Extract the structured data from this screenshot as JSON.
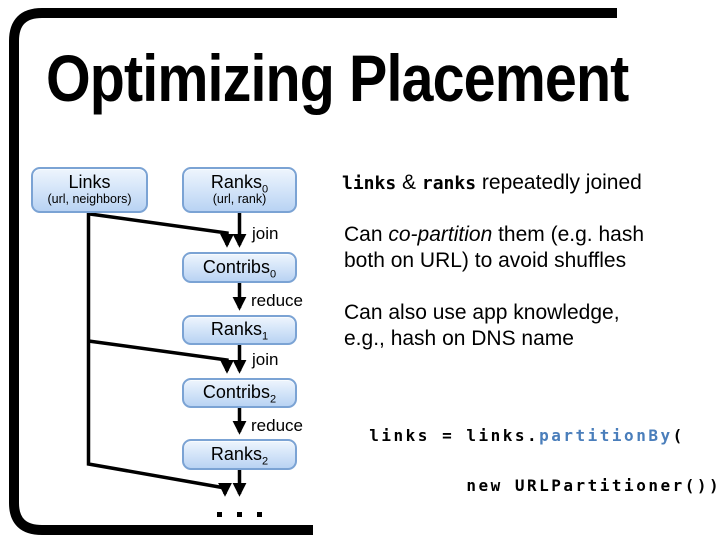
{
  "slide": {
    "title": "Optimizing Placement"
  },
  "diagram": {
    "boxes": [
      {
        "label": "Links",
        "sub": "",
        "subtitle": "(url, neighbors)"
      },
      {
        "label": "Ranks",
        "sub": "0",
        "subtitle": "(url, rank)"
      },
      {
        "label": "Contribs",
        "sub": "0"
      },
      {
        "label": "Ranks",
        "sub": "1"
      },
      {
        "label": "Contribs",
        "sub": "2"
      },
      {
        "label": "Ranks",
        "sub": "2"
      }
    ],
    "edge_labels": [
      "join",
      "reduce",
      "join",
      "reduce"
    ],
    "ellipsis": ". . ."
  },
  "notes": {
    "bullet1": {
      "mono1": "links",
      "amp": " & ",
      "mono2": "ranks",
      "rest": " repeatedly joined"
    },
    "bullet2": {
      "pre": "Can ",
      "italic": "co-partition",
      "mid": " them (e.g. hash",
      "line2": "both on URL) to avoid shuffles"
    },
    "bullet3": {
      "line1": "Can also use app knowledge,",
      "line2": "e.g., hash on DNS name"
    },
    "code": {
      "line1_black": "links = links.",
      "line1_blue": "partitionBy",
      "line1_tail": "(",
      "line2": "        new URLPartitioner())"
    }
  },
  "colors": {
    "accent_code_blue": "#4a7ebb",
    "box_border": "#7ba3d4",
    "box_fill_top": "#eef5fd",
    "box_fill_bottom": "#b9d3f3",
    "frame": "#000000"
  }
}
